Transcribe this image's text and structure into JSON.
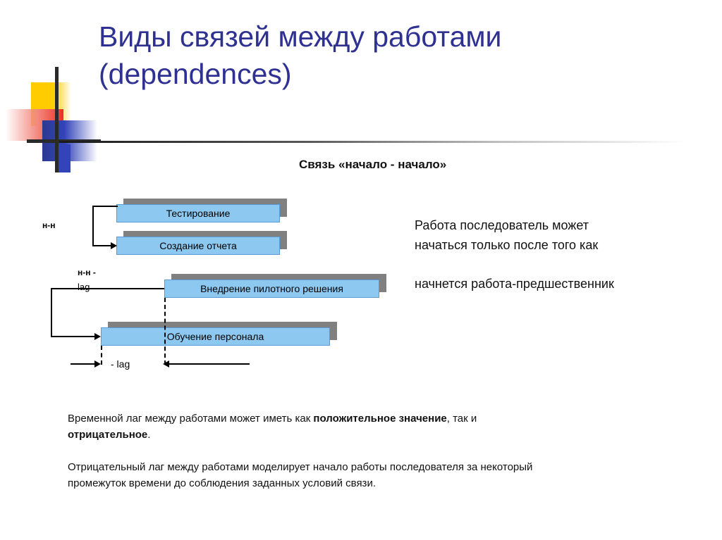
{
  "slide": {
    "title": "Виды связей между работами (dependences)",
    "section_heading": "Связь «начало - начало»",
    "title_color": "#2E3192",
    "bar_fill_color": "#8DC8F0",
    "bar_border_color": "#5B9BD5",
    "bar_shadow_color": "#808080"
  },
  "diagram_one": {
    "link_label": "н-н",
    "tasks": [
      {
        "name": "Тестирование"
      },
      {
        "name": "Создание отчета"
      }
    ]
  },
  "diagram_two": {
    "link_label_bold": "н-н  -",
    "link_label_plain": "lag",
    "lag_label": "- lag",
    "tasks": [
      {
        "name": "Внедрение пилотного решения"
      },
      {
        "name": "Обучение персонала"
      }
    ]
  },
  "explanation": {
    "line_a": "Работа последователь может",
    "line_b": "начаться только после того как",
    "line_c": "начнется работа-предшественник"
  },
  "notes": [
    {
      "prefix": "Временной лаг между работами может иметь как ",
      "bold_1": "положительное значение",
      "middle": ", так и ",
      "bold_2": "отрицательное",
      "suffix": "."
    },
    {
      "text": "Отрицательный лаг между работами моделирует начало работы последователя за некоторый промежуток времени до соблюдения заданных условий связи."
    }
  ]
}
